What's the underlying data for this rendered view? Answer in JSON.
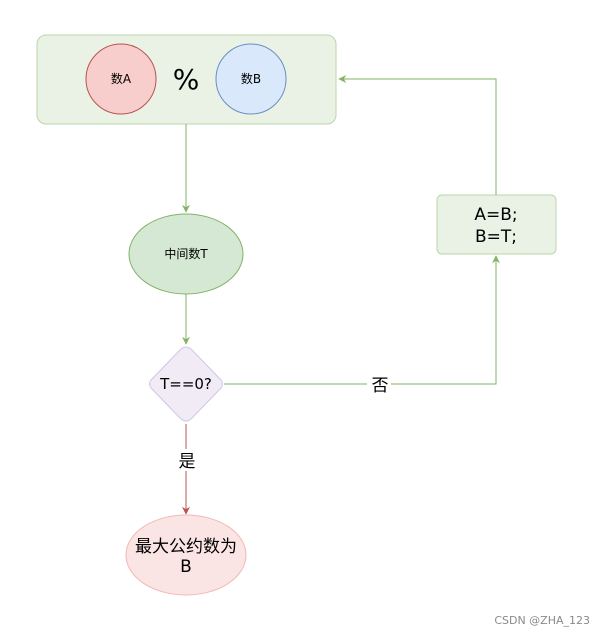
{
  "colors": {
    "green_stroke": "#82b366",
    "green_fill": "#e9f2e5",
    "green_ellipse": "#d5e8d4",
    "red_stroke": "#b85450",
    "red_fill": "#f8cecc",
    "blue_stroke": "#6c8ebf",
    "blue_fill": "#dae8fc",
    "purple_stroke": "#d3c6e6",
    "purple_fill": "#f0ebf5",
    "pink_fill": "#fbe5e4"
  },
  "nodes": {
    "num_a": "数A",
    "modulo": "%",
    "num_b": "数B",
    "temp": "中间数T",
    "condition": "T==0?",
    "swap_line1": "A=B;",
    "swap_line2": "B=T;",
    "result_line1": "最大公约数为",
    "result_line2": "B"
  },
  "edges": {
    "no_label": "否",
    "yes_label": "是"
  },
  "watermark": "CSDN @ZHA_123"
}
